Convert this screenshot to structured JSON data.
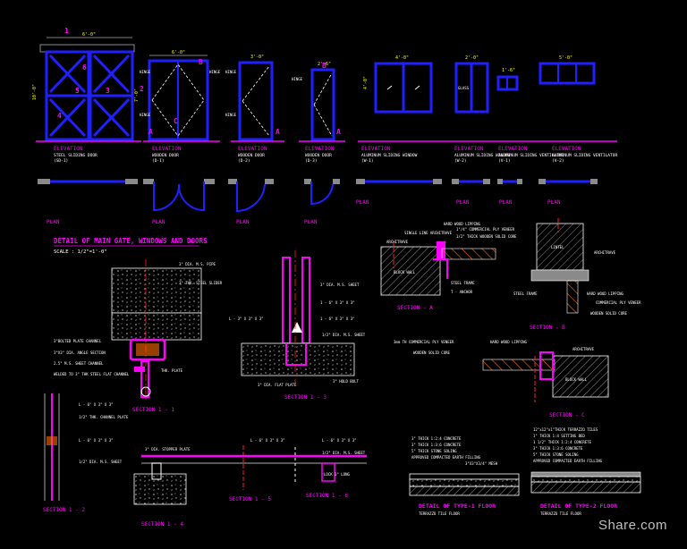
{
  "colors": {
    "yellow": "#ffff00",
    "magenta": "#ff00ff",
    "cyan": "#00ffff",
    "blue": "#2020ff",
    "red": "#ff2020",
    "green": "#00ff00",
    "white": "#ffffff",
    "grey": "#8a8a8a"
  },
  "header": {
    "title": "DETAIL OF MAIN GATE, WINDOWS AND DOORS",
    "scale": "SCALE : 1/2\"=1'-0\""
  },
  "elevations": [
    {
      "label": "ELEVATION",
      "sub1": "STEEL SLIDING DOOR",
      "sub2": "(SD-1)"
    },
    {
      "label": "ELEVATION",
      "sub1": "WOODEN DOOR",
      "sub2": "(D-1)"
    },
    {
      "label": "ELEVATION",
      "sub1": "WOODEN DOOR",
      "sub2": "(D-2)"
    },
    {
      "label": "ELEVATION",
      "sub1": "WOODEN DOOR",
      "sub2": "(D-3)"
    },
    {
      "label": "ELEVATION",
      "sub1": "ALUMINUM SLIDING WINDOW",
      "sub2": "(W-1)"
    },
    {
      "label": "ELEVATION",
      "sub1": "ALUMINUM SLIDING WINDOW",
      "sub2": "(W-2)"
    },
    {
      "label": "ELEVATION",
      "sub1": "ALUMINUM SLIDING VENTILATOR",
      "sub2": "(V-1)"
    },
    {
      "label": "ELEVATION",
      "sub1": "ALUMINUM SLIDING VENTILATOR",
      "sub2": "(V-2)"
    }
  ],
  "plans": [
    "PLAN",
    "PLAN",
    "PLAN",
    "PLAN",
    "PLAN",
    "PLAN",
    "PLAN",
    "PLAN"
  ],
  "dims": {
    "d1": "6'-0\"",
    "d2": "3'-0\"",
    "d3": "2'-6\"",
    "d4": "4'-0\"",
    "d5": "2'-0\"",
    "d6": "1'-6\"",
    "d7": "5'-0\"",
    "h1": "10'-0\"",
    "h2": "7'-0\"",
    "h3": "4'-0\""
  },
  "tags": {
    "one": "1",
    "two": "2",
    "three": "3",
    "four": "4",
    "five": "5",
    "six": "6",
    "b": "B",
    "c": "C",
    "a": "A",
    "hinge": "HINGE",
    "glass": "GLASS"
  },
  "sections": {
    "a": {
      "title": "SECTION - A",
      "notes": [
        "SINGLE LINE ARCHITRAVE",
        "HARD WOOD LIPPING",
        "1\"/4\" COMMERCIAL PLY VENEER",
        "1/2\" THICK WOODEN SOLID CORE",
        "ARCHITRAVE",
        "BLOCK WALL",
        "STEEL FRAME",
        "T - ANCHOR"
      ]
    },
    "b": {
      "title": "SECTION - B",
      "notes": [
        "LINTEL",
        "ARCHITRAVE",
        "HARD WOOD LIPPING",
        "STEEL FRAME",
        "COMMERCIAL PLY VENEER",
        "WOODEN SOLID CORE"
      ]
    },
    "c": {
      "title": "SECTION - C",
      "notes": [
        "3mm TH COMMERCIAL PLY VENEER",
        "HARD WOOD LIPPING",
        "WOODEN SOLID CORE",
        "ARCHITRAVE",
        "BLOCK WALL"
      ]
    },
    "s11": {
      "title": "SECTION 1 - 1",
      "notes": [
        "3\" DIA. M.S. PIPE",
        "3\" THK. STEEL SLIDER",
        "3\"BOLTED PLATE CHANNEL",
        "3\"X3\" DIA. ANGLE SECTION",
        "2.5\" M.S. SHEET CHANNEL",
        "WELDED TO 3\" THK STEEL FLAT CHANNEL",
        "THK. PLATE"
      ]
    },
    "s13": {
      "title": "SECTION 1 - 3",
      "notes": [
        "3\" DIA. M.S. SHEET",
        "1 - 6\" X 3\" X 3\"",
        "1 - 6\" X 3\" X 3\"",
        "1/2\" DIA. M.S. SHEET",
        "L - 3\" X 3\" X 3\"",
        "3\" DIA. FLAT PLATE",
        "3\" HOLD BOLT"
      ]
    },
    "s12": {
      "title": "SECTION 1 - 2",
      "notes": [
        "L - 6\" X 3\" X 3\"",
        "1/2\" THK. CHANNEL PLATE",
        "L - 6\" X 3\" X 3\"",
        "1/2\" DIA. M.S. SHEET"
      ]
    },
    "s14": {
      "title": "SECTION 1 - 4"
    },
    "s15": {
      "title": "SECTION 1 - 5",
      "notes": [
        "3\" DIA. STOPPER PLATE",
        "L - 6\" X 3\" X 3\"",
        "L - 6\" X 3\" X 3\"",
        "1/2\" DIA. M.S. SHEET",
        "LOCK 3\" LONG"
      ]
    },
    "s16": {
      "title": "SECTION 1 - 6"
    }
  },
  "floor1": {
    "title": "DETAIL OF TYPE-1 FLOOR",
    "sub": "TERRAZZO TILE FLOOR",
    "notes": [
      "3\" THICK 1:2:4 CONCRETE",
      "3\" THICK 1:3:6 CONCRETE",
      "5\" THICK STONE SOLING",
      "APPROVED COMPACTED EARTH FILLING",
      "3\"X3\"X3/4\" MESH"
    ]
  },
  "floor2": {
    "title": "DETAIL OF TYPE-2 FLOOR",
    "sub": "TERRAZZO TILE FLOOR",
    "notes": [
      "12\"x12\"x1\"THICK TERRAZZO TILES",
      "1\" THICK 1:4 SETTING BED",
      "1 1/2\" THICK 1:2:4 CONCRETE",
      "3\" THICK 1:3:6 CONCRETE",
      "5\" THICK STONE SOLING",
      "APPROVED COMPACTED EARTH FILLING"
    ]
  },
  "watermark": "Share.com"
}
